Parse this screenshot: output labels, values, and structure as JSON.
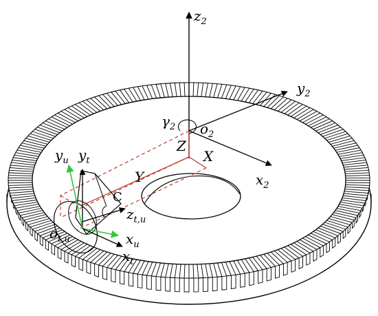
{
  "colors": {
    "ink": "#000000",
    "red": "#c0392b",
    "green": "#35c43a",
    "fill": "#ffffff"
  },
  "labels": {
    "z2": {
      "base": "z",
      "sub": "2"
    },
    "y2": {
      "base": "y",
      "sub": "2"
    },
    "x2": {
      "base": "x",
      "sub": "2"
    },
    "o2": {
      "base": "o",
      "sub": "2"
    },
    "gamma2": {
      "base": "γ",
      "sub": "2"
    },
    "Z": "Z",
    "X": "X",
    "Y": "Y",
    "C": "C",
    "yu": {
      "base": "y",
      "sub": "u"
    },
    "yt": {
      "base": "y",
      "sub": "t"
    },
    "ztu": {
      "base": "z",
      "sub": "t,u"
    },
    "otu": {
      "base": "o",
      "sub": "t,u"
    },
    "xu": {
      "base": "x",
      "sub": "u"
    },
    "xt": {
      "base": "x",
      "sub": "t"
    }
  }
}
